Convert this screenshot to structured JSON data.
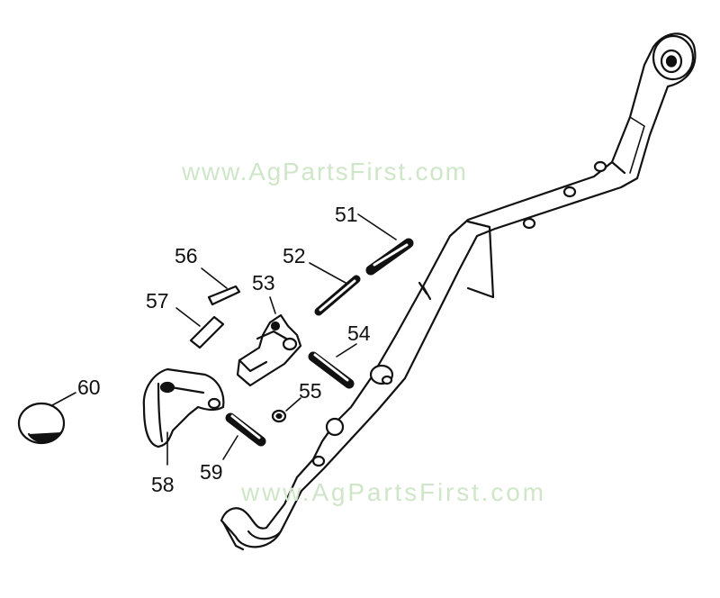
{
  "watermark": {
    "top": "www.AgPartsFirst.com",
    "bottom": "www.AgPartsFirst.com"
  },
  "callouts": {
    "p51": "51",
    "p52": "52",
    "p53": "53",
    "p54": "54",
    "p55": "55",
    "p56": "56",
    "p57": "57",
    "p58": "58",
    "p59": "59",
    "p60": "60"
  }
}
